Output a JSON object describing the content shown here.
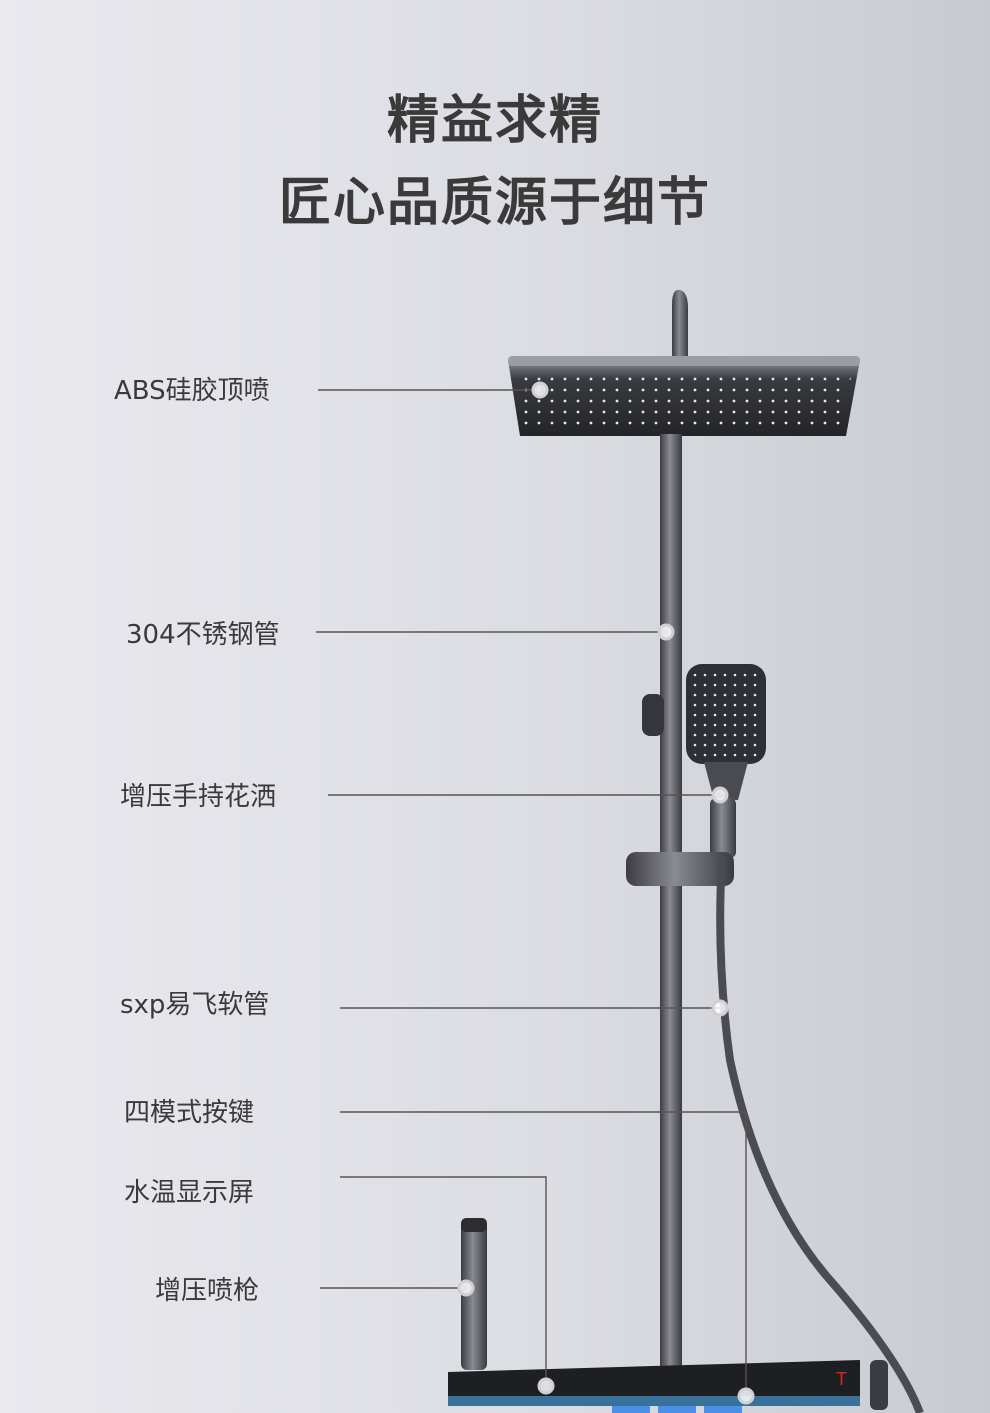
{
  "heading": {
    "line1": "精益求精",
    "line2": "匠心品质源于细节"
  },
  "labels": {
    "top_spray": "ABS硅胶顶喷",
    "pipe": "304不锈钢管",
    "hand_shower": "增压手持花洒",
    "hose": "sxp易飞软管",
    "mode_buttons": "四模式按键",
    "display": "水温显示屏",
    "spray_gun": "增压喷枪"
  },
  "colors": {
    "metal": "#5a5b60",
    "dark_metal": "#2e2f33",
    "leader_line": "#555555",
    "display_glow": "#4aa8e8",
    "hot_indicator": "#d9261c"
  }
}
